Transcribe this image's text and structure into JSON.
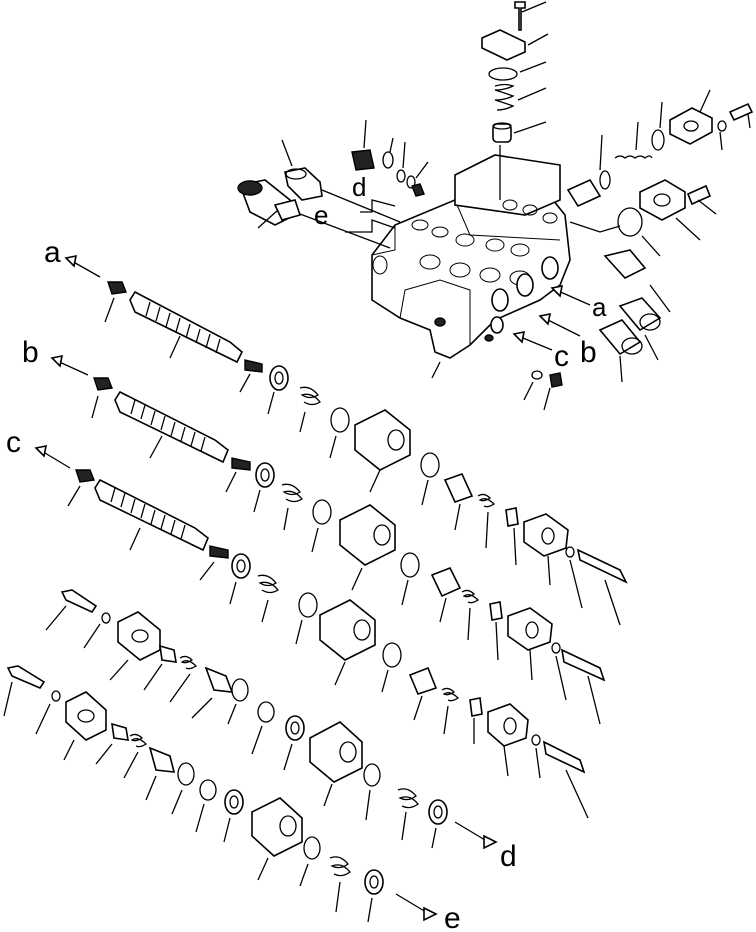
{
  "labels": {
    "a_left": "a",
    "b_left": "b",
    "c_left": "c",
    "d_top": "d",
    "e_top": "e",
    "a_right": "a",
    "b_right": "b",
    "c_right": "c",
    "d_bottom": "d",
    "e_bottom": "e"
  }
}
